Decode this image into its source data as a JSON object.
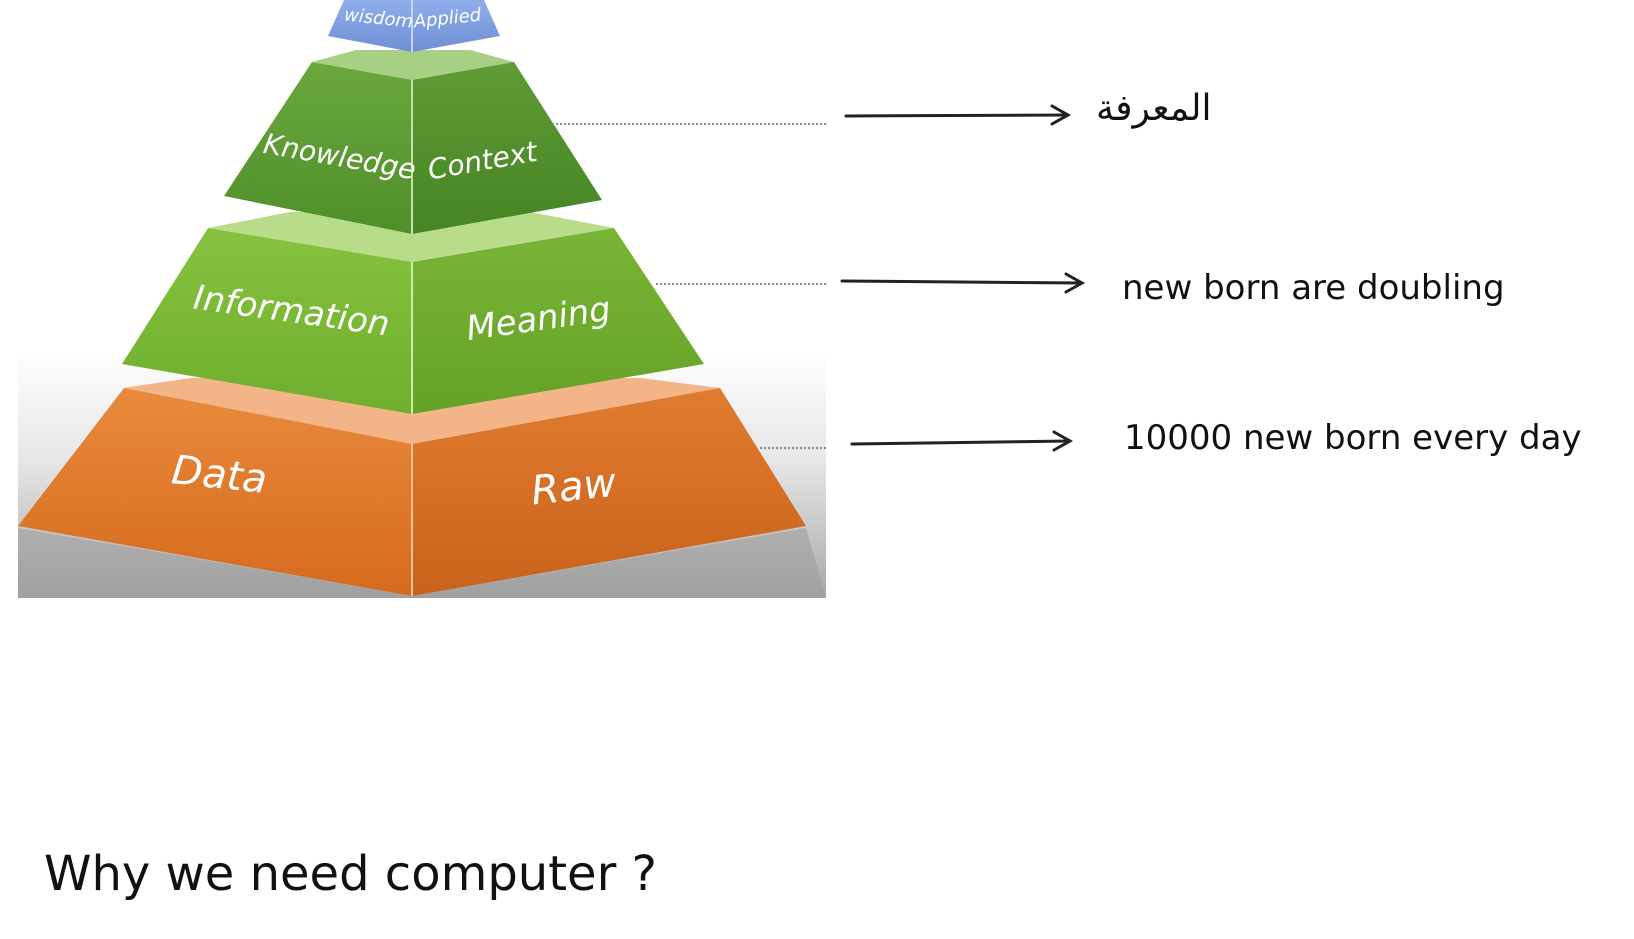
{
  "pyramid": {
    "wisdom": {
      "left": "wisdom",
      "right": "Applied",
      "color": "#7f9fe0"
    },
    "knowledge": {
      "left": "Knowledge",
      "right": "Context",
      "color": "#5f9e36"
    },
    "information": {
      "left": "Information",
      "right": "Meaning",
      "color": "#7fbe3a"
    },
    "data": {
      "left": "Data",
      "right": "Raw",
      "color": "#e07a2e"
    }
  },
  "annotations": {
    "knowledge_note": "المعرفة",
    "information_note": "new born are doubling",
    "data_note": "10000 new born every day"
  },
  "question": "Why we need computer ?"
}
